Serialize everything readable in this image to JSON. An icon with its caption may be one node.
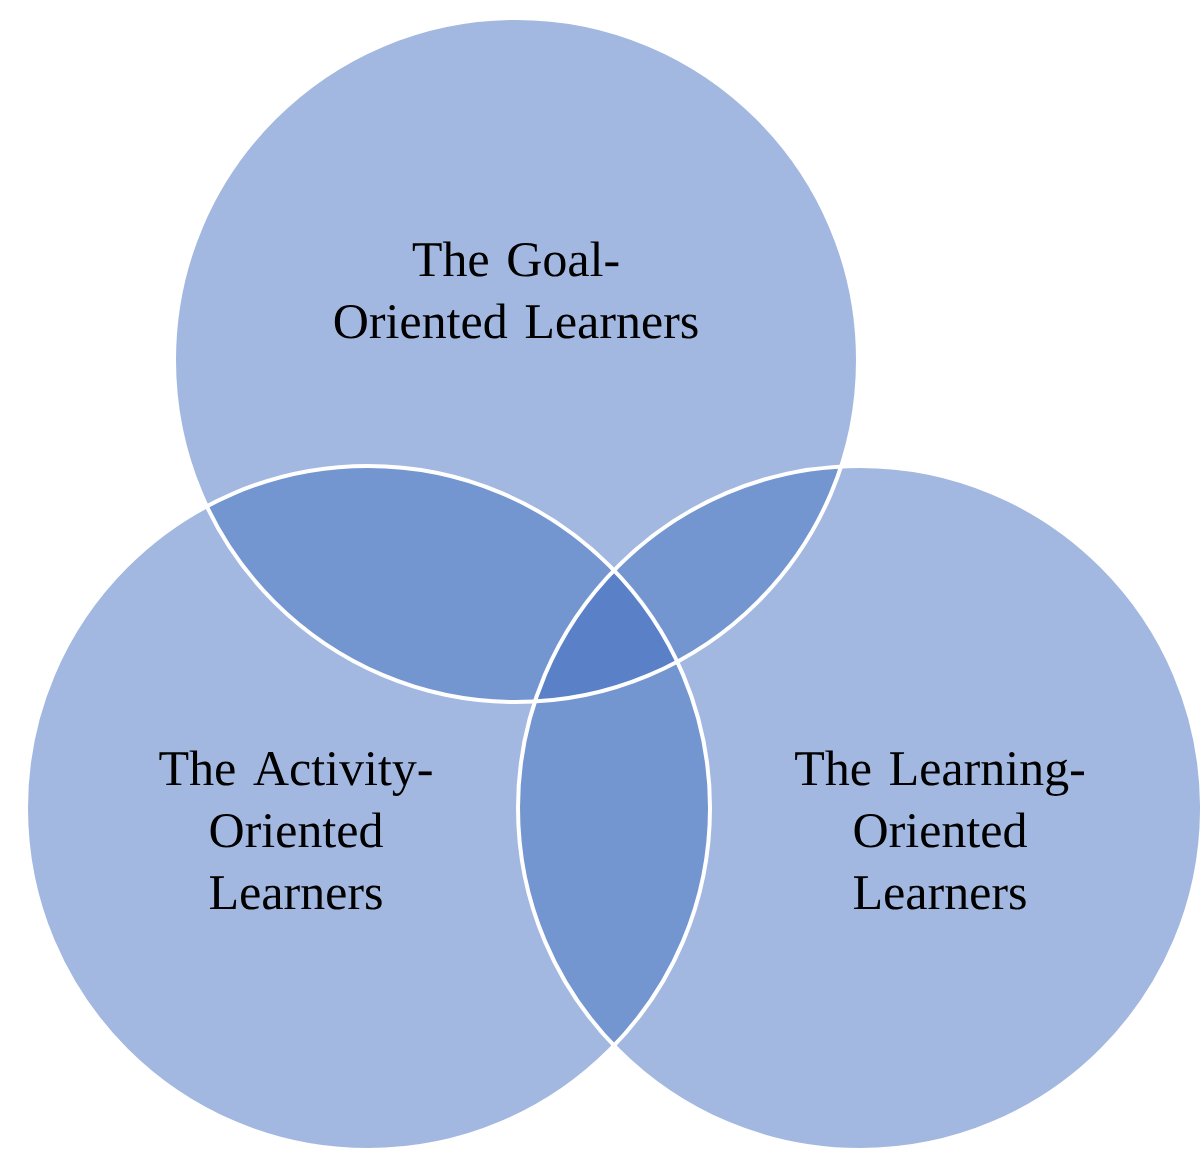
{
  "diagram": {
    "nodes": [
      {
        "text": [
          "The Goal-Oriented Learners"
        ]
      },
      {
        "text": [
          "The Activity-Oriented Learners"
        ]
      },
      {
        "text": [
          "The Learning-Oriented Learners"
        ]
      }
    ]
  }
}
